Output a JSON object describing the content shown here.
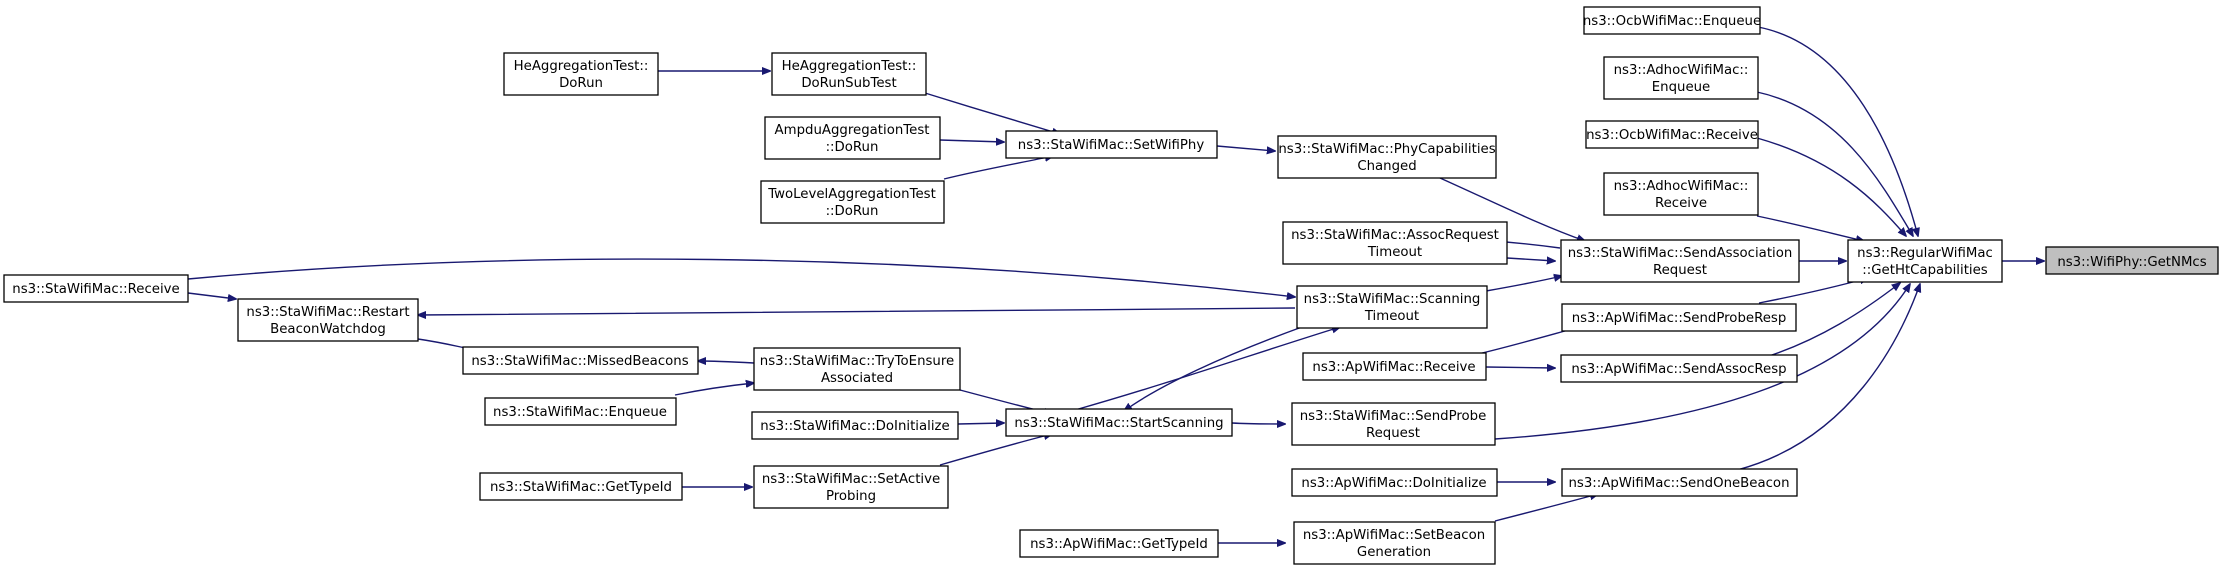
{
  "nodes": {
    "getnmcs": [
      "ns3::WifiPhy::GetNMcs"
    ],
    "getht": [
      "ns3::RegularWifiMac",
      "::GetHtCapabilities"
    ],
    "ocb_enqueue": [
      "ns3::OcbWifiMac::Enqueue"
    ],
    "adhoc_enqueue": [
      "ns3::AdhocWifiMac::",
      "Enqueue"
    ],
    "ocb_receive": [
      "ns3::OcbWifiMac::Receive"
    ],
    "adhoc_receive": [
      "ns3::AdhocWifiMac::",
      "Receive"
    ],
    "sta_sendassoc": [
      "ns3::StaWifiMac::SendAssociation",
      "Request"
    ],
    "ap_sendproberesp": [
      "ns3::ApWifiMac::SendProbeResp"
    ],
    "ap_sendassocresp": [
      "ns3::ApWifiMac::SendAssocResp"
    ],
    "sta_sendprobe": [
      "ns3::StaWifiMac::SendProbe",
      "Request"
    ],
    "ap_sendonebeacon": [
      "ns3::ApWifiMac::SendOneBeacon"
    ],
    "sta_phycap": [
      "ns3::StaWifiMac::PhyCapabilities",
      "Changed"
    ],
    "sta_assocreqtimeout": [
      "ns3::StaWifiMac::AssocRequest",
      "Timeout"
    ],
    "sta_scantimeout": [
      "ns3::StaWifiMac::Scanning",
      "Timeout"
    ],
    "ap_receive": [
      "ns3::ApWifiMac::Receive"
    ],
    "ap_doinit": [
      "ns3::ApWifiMac::DoInitialize"
    ],
    "ap_setbeacongen": [
      "ns3::ApWifiMac::SetBeacon",
      "Generation"
    ],
    "ap_gettypeid": [
      "ns3::ApWifiMac::GetTypeId"
    ],
    "sta_setwifiphy": [
      "ns3::StaWifiMac::SetWifiPhy"
    ],
    "sta_startscanning": [
      "ns3::StaWifiMac::StartScanning"
    ],
    "sta_restartbw": [
      "ns3::StaWifiMac::Restart",
      "BeaconWatchdog"
    ],
    "sta_receive": [
      "ns3::StaWifiMac::Receive"
    ],
    "he_dorunsub": [
      "HeAggregationTest::",
      "DoRunSubTest"
    ],
    "he_dorun": [
      "HeAggregationTest::",
      "DoRun"
    ],
    "ampdu_dorun": [
      "AmpduAggregationTest",
      "::DoRun"
    ],
    "twolevel_dorun": [
      "TwoLevelAggregationTest",
      "::DoRun"
    ],
    "sta_tryensure": [
      "ns3::StaWifiMac::TryToEnsure",
      "Associated"
    ],
    "sta_doinit": [
      "ns3::StaWifiMac::DoInitialize"
    ],
    "sta_setactive": [
      "ns3::StaWifiMac::SetActive",
      "Probing"
    ],
    "sta_missedbeacons": [
      "ns3::StaWifiMac::MissedBeacons"
    ],
    "sta_enqueue": [
      "ns3::StaWifiMac::Enqueue"
    ],
    "sta_gettypeid": [
      "ns3::StaWifiMac::GetTypeId"
    ]
  },
  "colors": {
    "edge": "#191970",
    "highlight_fill": "#bfbfbf",
    "node_border": "#000000"
  }
}
